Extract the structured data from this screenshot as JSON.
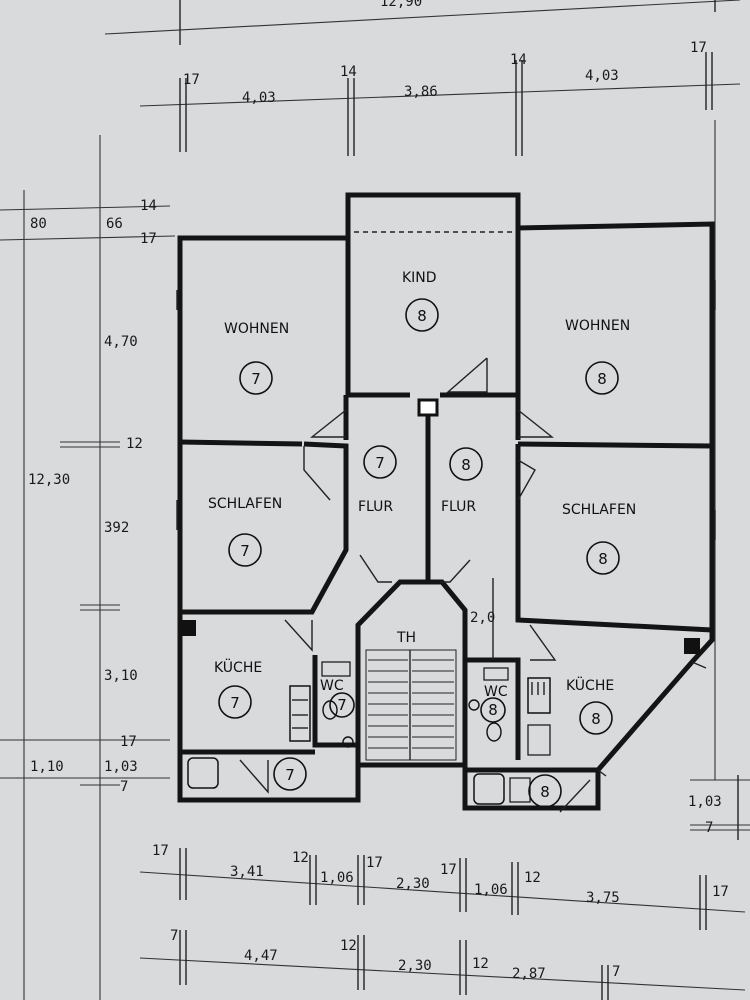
{
  "dimensions_top": {
    "total": "12,90",
    "wall_left": "17",
    "wall_mid1": "14",
    "wall_mid2": "14",
    "wall_right": "17",
    "seg_left": "4,03",
    "seg_mid": "3,86",
    "seg_right": "4,03"
  },
  "dimensions_left": {
    "d80": "80",
    "d66": "66",
    "d14": "14",
    "d17a": "17",
    "d470": "4,70",
    "d12": "12",
    "total": "12,30",
    "d392": "392",
    "d310": "3,10",
    "d17b": "17",
    "d110": "1,10",
    "d103": "1,03",
    "d7": "7"
  },
  "dimensions_right": {
    "d103": "1,03",
    "d7": "7"
  },
  "dimensions_bottom_1": {
    "w17a": "17",
    "s341": "3,41",
    "w12a": "12",
    "s106a": "1,06",
    "w17b": "17",
    "s230": "2,30",
    "w17c": "17",
    "s106b": "1,06",
    "w12b": "12",
    "s375": "3,75",
    "w17d": "17"
  },
  "dimensions_bottom_2": {
    "w7a": "7",
    "s447": "4,47",
    "w12a": "12",
    "s230": "2,30",
    "w12b": "12",
    "s287": "2,87",
    "w7b": "7"
  },
  "stair_label": "TH",
  "stair_dim": "2,0",
  "rooms": {
    "kind": {
      "name": "KIND",
      "unit": "8"
    },
    "wohnen_l": {
      "name": "WOHNEN",
      "unit": "7"
    },
    "wohnen_r": {
      "name": "WOHNEN",
      "unit": "8"
    },
    "schlafen_l": {
      "name": "SCHLAFEN",
      "unit": "7"
    },
    "schlafen_r": {
      "name": "SCHLAFEN",
      "unit": "8"
    },
    "flur_l": {
      "name": "FLUR",
      "unit": "7"
    },
    "flur_r": {
      "name": "FLUR",
      "unit": "8"
    },
    "kueche_l": {
      "name": "KÜCHE",
      "unit": "7"
    },
    "kueche_r": {
      "name": "KÜCHE",
      "unit": "8"
    },
    "wc_l": {
      "name": "WC",
      "unit": "7"
    },
    "wc_r": {
      "name": "WC",
      "unit": "8"
    },
    "balkon_l": {
      "unit": "7"
    },
    "balkon_r": {
      "unit": "8"
    }
  }
}
